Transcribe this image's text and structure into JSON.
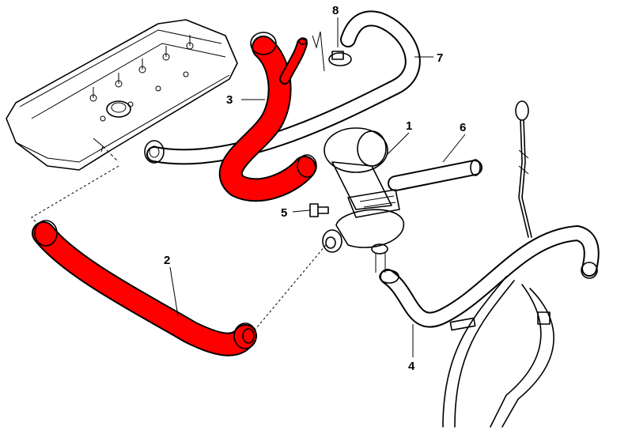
{
  "diagram": {
    "colors": {
      "highlight": "#ff0000",
      "outline": "#000000",
      "background": "#ffffff"
    },
    "callouts": [
      {
        "id": "1",
        "label": "1"
      },
      {
        "id": "2",
        "label": "2"
      },
      {
        "id": "3",
        "label": "3"
      },
      {
        "id": "4",
        "label": "4"
      },
      {
        "id": "5",
        "label": "5"
      },
      {
        "id": "6",
        "label": "6"
      },
      {
        "id": "7",
        "label": "7"
      },
      {
        "id": "8",
        "label": "8"
      }
    ]
  }
}
